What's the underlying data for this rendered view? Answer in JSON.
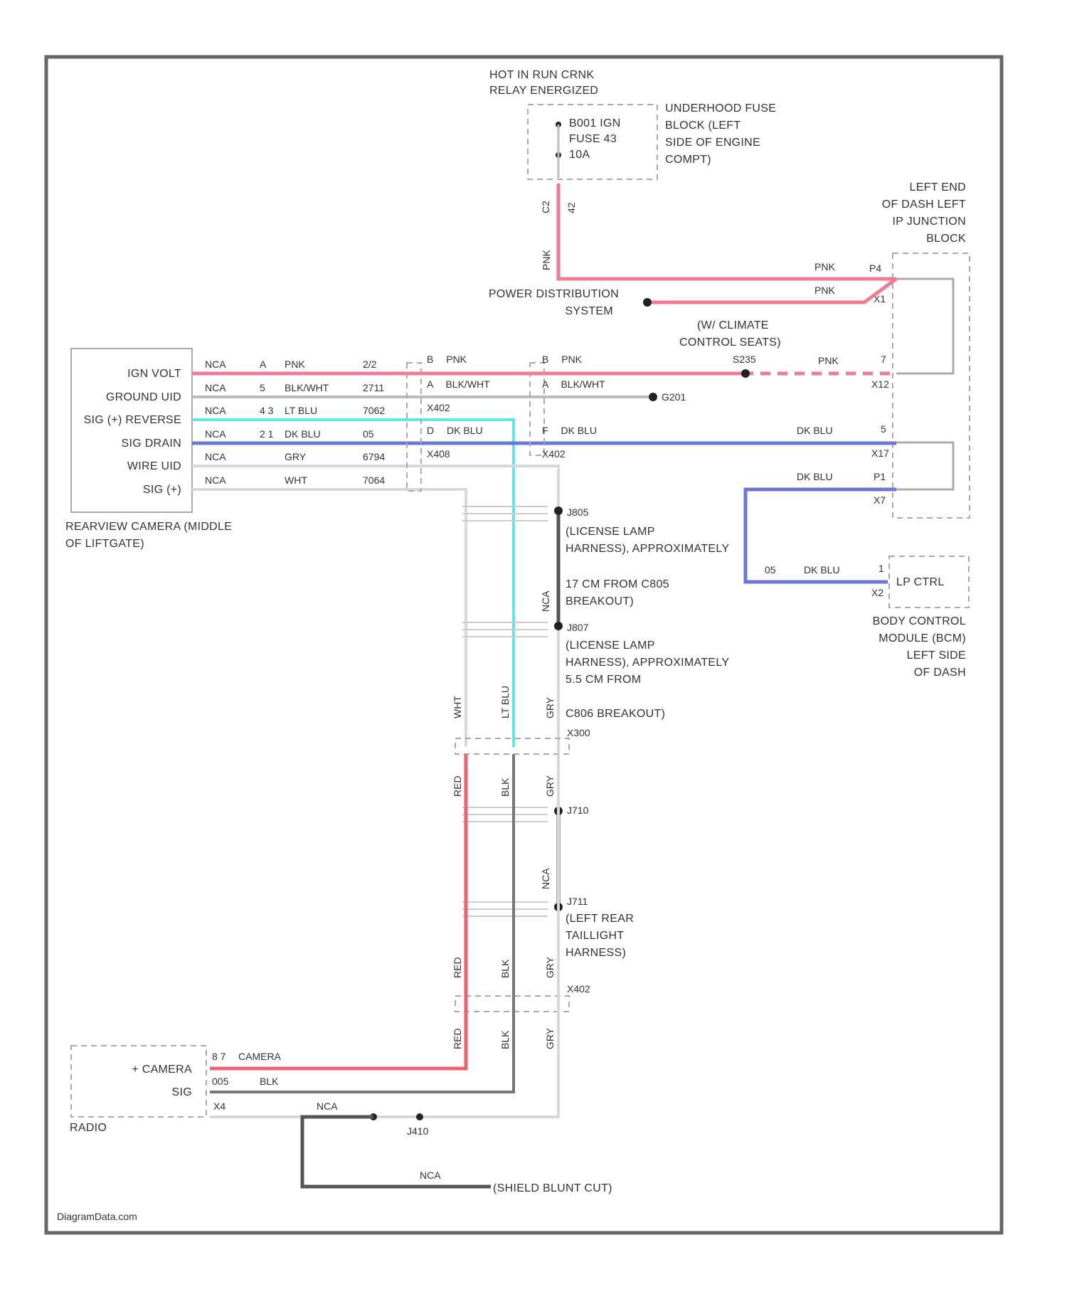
{
  "colors": {
    "pnk": "#f07a90",
    "ltblu": "#5fe8e8",
    "dkblu": "#6c78d6",
    "red": "#f06070",
    "blk": "#666666",
    "gry": "#bbbbbb"
  },
  "top": {
    "hot_label_1": "HOT IN RUN CRNK",
    "hot_label_2": "RELAY ENERGIZED",
    "fuse_1": "B001 IGN",
    "fuse_2": "FUSE 43",
    "fuse_3": "10A",
    "ufb_1": "UNDERHOOD FUSE",
    "ufb_2": "BLOCK (LEFT",
    "ufb_3": "SIDE OF ENGINE",
    "ufb_4": "COMPT)",
    "pin_top": "C2",
    "pin_top2": "42",
    "wire_vert": "PNK"
  },
  "junction": {
    "title_1": "LEFT END",
    "title_2": "OF DASH LEFT",
    "title_3": "IP JUNCTION",
    "title_4": "BLOCK",
    "pin_p4": "P4",
    "pin_x1": "X1",
    "pin_7": "7",
    "pin_x12": "X12",
    "pin_5": "5",
    "pin_x17": "X17",
    "pin_p1": "P1",
    "pin_x7": "X7"
  },
  "power_dist_1": "POWER DISTRIBUTION",
  "power_dist_2": "SYSTEM",
  "climate_1": "(W/ CLIMATE",
  "climate_2": "CONTROL SEATS)",
  "camera": {
    "pins": [
      {
        "label": "IGN VOLT",
        "nca": "NCA",
        "pin": "A",
        "wire": "PNK",
        "circ": "2/2"
      },
      {
        "label": "GROUND UID",
        "nca": "NCA",
        "pin": "5",
        "wire": "BLK/WHT",
        "circ": "2711"
      },
      {
        "label": "SIG (+) REVERSE",
        "nca": "NCA",
        "pin": "4 3",
        "wire": "LT BLU",
        "circ": "7062"
      },
      {
        "label": "SIG DRAIN",
        "nca": "NCA",
        "pin": "2 1",
        "wire": "DK BLU",
        "circ": "05"
      },
      {
        "label": "WIRE UID",
        "nca": "NCA",
        "pin": "",
        "wire": "GRY",
        "circ": "6794"
      },
      {
        "label": "SIG (+)",
        "nca": "NCA",
        "pin": "",
        "wire": "WHT",
        "circ": "7064"
      }
    ],
    "title_1": "REARVIEW CAMERA (MIDDLE",
    "title_2": "OF LIFTGATE)"
  },
  "mid_conn": {
    "r1": {
      "pin": "B",
      "wire": "PNK"
    },
    "r2": {
      "pin": "A",
      "wire": "BLK/WHT"
    },
    "r3": {
      "circ": "X402"
    },
    "r4": {
      "pin": "D",
      "wire": "DK BLU"
    },
    "r5": {
      "circ": "X408"
    }
  },
  "right_conn": {
    "r1": {
      "pin": "B",
      "wire": "PNK"
    },
    "r2": {
      "pin": "A",
      "wire": "BLK/WHT"
    },
    "r4": {
      "pin": "F",
      "wire": "DK BLU"
    },
    "r5": {
      "circ": "X402"
    }
  },
  "g201": "G201",
  "s235": "S235",
  "pnk_right": "PNK",
  "pnk_p4": "PNK",
  "pnk_x1": "PNK",
  "dkblu_r": "DK BLU",
  "dkblu_p1": "DK BLU",
  "bcm": {
    "circ": "05",
    "wire": "DK BLU",
    "pin": "1",
    "pin2": "X2",
    "label": "LP CTRL",
    "title_1": "BODY CONTROL",
    "title_2": "MODULE (BCM)",
    "title_3": "LEFT SIDE",
    "title_4": "OF DASH"
  },
  "harness": {
    "s805": "J805",
    "lic_1": "(LICENSE LAMP",
    "lic_2": "HARNESS), APPROXIMATELY",
    "lic_3": "17 CM FROM C805",
    "lic_4": "BREAKOUT)",
    "s807": "J807",
    "lic2_1": "(LICENSE LAMP",
    "lic2_2": "HARNESS), APPROXIMATELY",
    "lic2_3": "5.5 CM FROM",
    "lic2_4": "C806 BREAKOUT)",
    "x300": "X300",
    "nca_v": "NCA",
    "s710": "J710",
    "s711": "J711",
    "tl_1": "(LEFT REAR",
    "tl_2": "TAILLIGHT",
    "tl_3": "HARNESS)",
    "x402b": "X402",
    "v_wht": "WHT",
    "v_ltblu": "LT BLU",
    "v_gry": "GRY",
    "v_red": "RED",
    "v_blk": "BLK",
    "v_gry2": "GRY",
    "v_red2": "RED",
    "v_blk2": "BLK",
    "v_gry3": "GRY",
    "v_red3": "RED",
    "v_blk3": "BLK",
    "v_gry4": "GRY",
    "nca_v2": "NCA"
  },
  "radio": {
    "label": "RADIO",
    "pin1": "+ CAMERA",
    "pin1_num": "8 7",
    "pin1_circ": "CAMERA",
    "pin2": "SIG",
    "pin2_num": "005",
    "pin2_wire": "BLK",
    "pin_x4": "X4",
    "nca": "NCA",
    "s410": "J410",
    "nca2": "NCA",
    "shield": "(SHIELD BLUNT CUT)"
  },
  "watermark": "DiagramDatа.com"
}
